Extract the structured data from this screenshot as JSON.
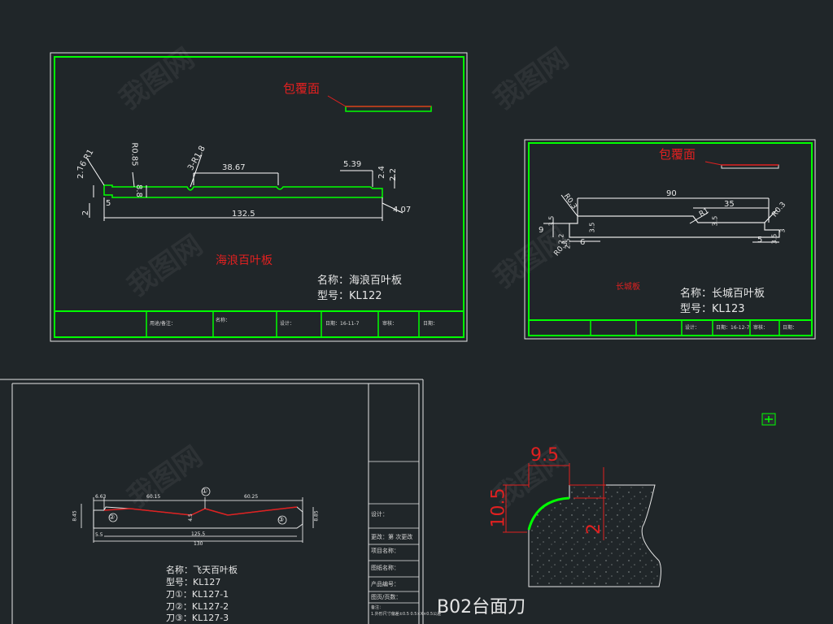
{
  "sheet1": {
    "cover_label": "包覆面",
    "product_red": "海浪百叶板",
    "name_line": "名称：海浪百叶板",
    "model_line": "型号：KL122",
    "dims": {
      "r1": "6 R1",
      "r090": "R0.85",
      "r18": "3-R1.8",
      "d3867": "38.67",
      "d539": "5.39",
      "d27": "2.7",
      "d88": "8.8",
      "d2": "2",
      "d5": "5",
      "d1325": "132.5",
      "d24": "2.4",
      "d22": "2.2",
      "d407": "4.07"
    },
    "titleblock": [
      "用途/备注：",
      "名称：",
      "设计：",
      "日期：16-11-7",
      "审核：",
      "日期："
    ]
  },
  "sheet2": {
    "cover_label": "包覆面",
    "product_red": "长城板",
    "name_line": "名称：长城百叶板",
    "model_line": "型号：KL123",
    "dims": {
      "d90": "90",
      "d35": "35",
      "r03a": "R0.3",
      "r03b": "R0.3",
      "r03c": "R0.3",
      "r1": "R1",
      "d9": "9",
      "d6": "6",
      "d5": "5",
      "d35v": "3.5",
      "d35w": "3.5",
      "d35x": "3.5",
      "d35y": "3.5",
      "d22": "2.2",
      "d25": "2.5",
      "d3": "3"
    },
    "titleblock": [
      "设计：",
      "日期：16-12-7",
      "审核：",
      "日期："
    ]
  },
  "sheet3": {
    "name_line": "名称：飞天百叶板",
    "model_line": "型号：KL127",
    "blade1": "刀①：KL127-1",
    "blade2": "刀②：KL127-2",
    "blade3": "刀③：KL127-3",
    "dims": {
      "total": "130",
      "inner": "125.5",
      "a": "6.63",
      "b": "60.15",
      "c": "60.25",
      "d": "4.5",
      "e": "5.5",
      "left": "8.45",
      "right": "8.85"
    },
    "markers": [
      "①",
      "②",
      "③"
    ],
    "side_fields": [
      "设计：",
      "更改：第  次更改",
      "项目名称：",
      "图纸名称：",
      "产品编号：",
      "图页/页数：",
      "备注："
    ],
    "note": "1.外形尺寸偏差±0.5  0.5×X×0.5公差"
  },
  "detail": {
    "title": "B02台面刀",
    "d95": "9.5",
    "d105": "10.5",
    "d2": "2"
  },
  "watermark": "我图网",
  "colors": {
    "background": "#202629",
    "frame": "#00ff00",
    "profile": "#00ff00",
    "dimension": "#ffffff",
    "annotation": "#e02020",
    "cover_layer": "#e02020"
  }
}
